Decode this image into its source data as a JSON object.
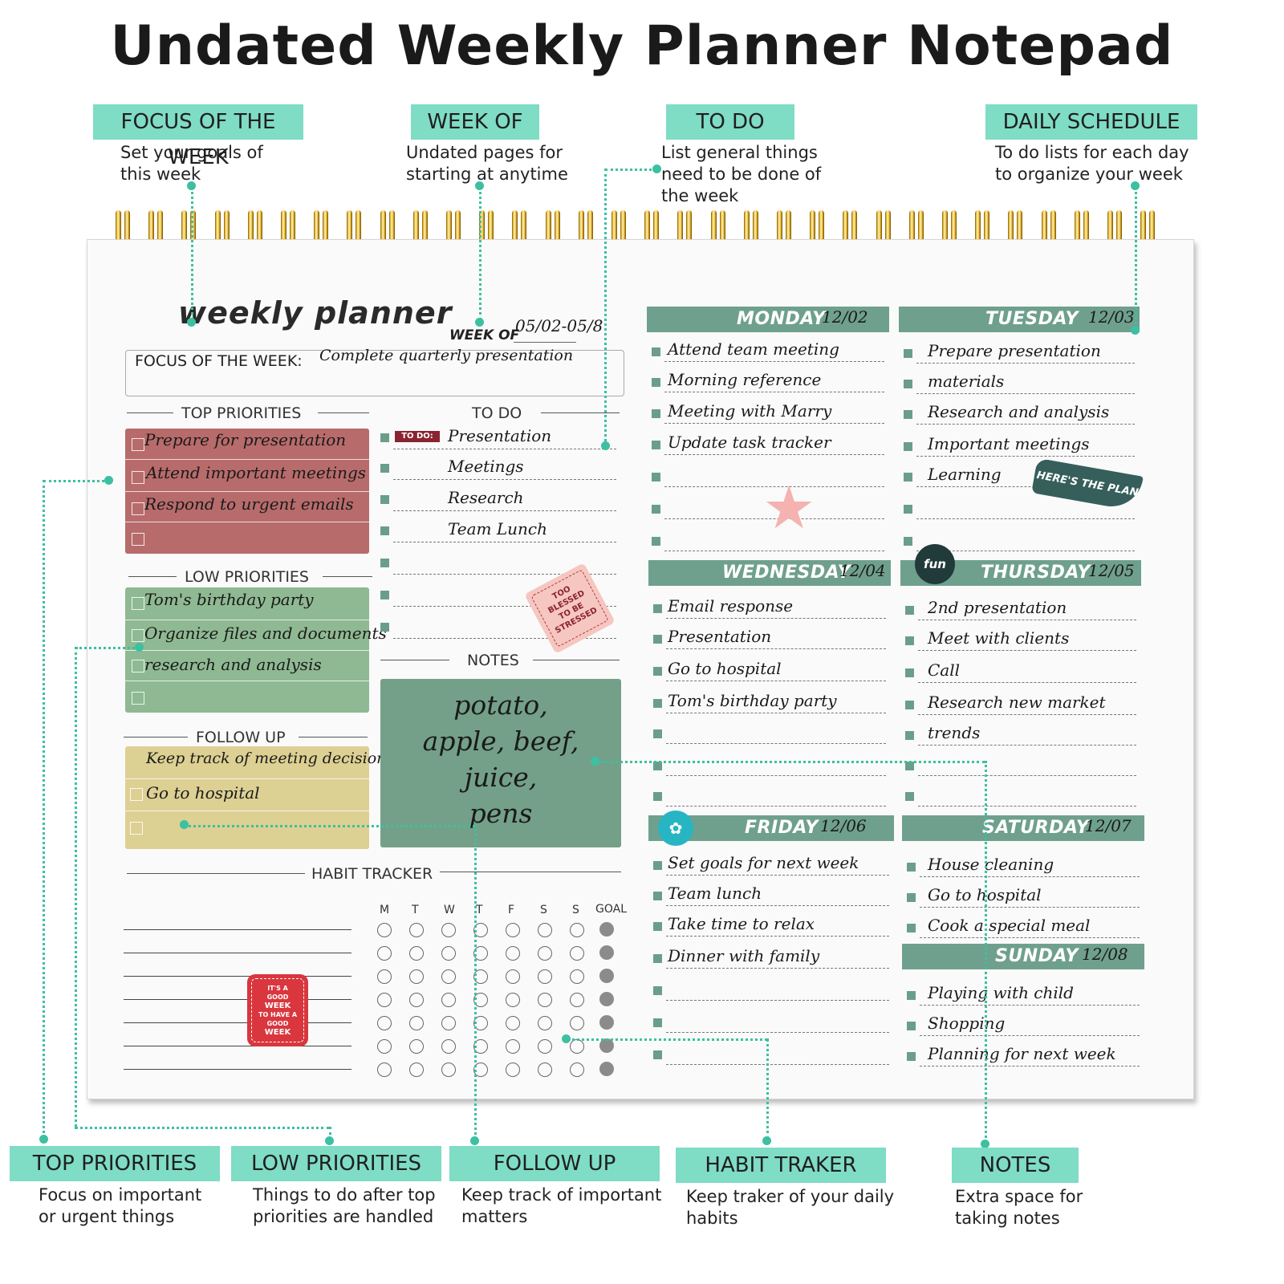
{
  "title": "Undated Weekly Planner Notepad",
  "callouts": {
    "focus": {
      "label": "FOCUS OF THE WEEK",
      "desc1": "Set your goals of",
      "desc2": "this week"
    },
    "weekof": {
      "label": "WEEK OF",
      "desc1": "Undated pages for",
      "desc2": "starting at anytime"
    },
    "todo": {
      "label": "TO DO",
      "desc1": "List general things",
      "desc2": "need to be done of",
      "desc3": "the week"
    },
    "daily": {
      "label": "DAILY SCHEDULE",
      "desc1": "To do lists for each day",
      "desc2": "to organize your week"
    },
    "top": {
      "label": "TOP PRIORITIES",
      "desc1": "Focus on important",
      "desc2": "or urgent things"
    },
    "low": {
      "label": "LOW PRIORITIES",
      "desc1": "Things to do after top",
      "desc2": "priorities are handled"
    },
    "follow": {
      "label": "FOLLOW UP",
      "desc1": "Keep track of important",
      "desc2": "matters"
    },
    "habit": {
      "label": "HABIT TRAKER",
      "desc1": "Keep traker of your daily",
      "desc2": "habits"
    },
    "notes": {
      "label": "NOTES",
      "desc1": "Extra space for",
      "desc2": "taking notes"
    }
  },
  "planner": {
    "heading": "weekly planner",
    "week_of_label": "WEEK OF",
    "week_of_value": "05/02-05/8",
    "focus_label": "FOCUS OF THE WEEK:",
    "focus_value": "Complete quarterly presentation",
    "top_priorities": {
      "label": "TOP PRIORITIES",
      "items": [
        "Prepare for presentation",
        "Attend important meetings",
        "Respond to urgent emails",
        ""
      ]
    },
    "low_priorities": {
      "label": "LOW PRIORITIES",
      "items": [
        "Tom's birthday party",
        "Organize files and documents",
        "research and analysis",
        ""
      ]
    },
    "follow_up": {
      "label": "FOLLOW UP",
      "items": [
        "Keep track of meeting decisions",
        "Go to hospital",
        ""
      ]
    },
    "todo": {
      "label": "TO DO",
      "badge": "TO DO:",
      "items": [
        "Presentation",
        "Meetings",
        "Research",
        "Team Lunch",
        "",
        "",
        ""
      ]
    },
    "notes": {
      "label": "NOTES",
      "line1": "potato,",
      "line2": "apple, beef,",
      "line3": "juice,",
      "line4": "pens"
    },
    "habit": {
      "label": "HABIT TRACKER",
      "days": [
        "M",
        "T",
        "W",
        "T",
        "F",
        "S",
        "S"
      ],
      "goal": "GOAL"
    },
    "stickers": {
      "blessed1": "TOO",
      "blessed2": "BLESSED",
      "blessed3": "TO BE",
      "blessed4": "STRESSED",
      "plan": "HERE'S THE PLAN",
      "fun": "fun",
      "good1": "IT'S A",
      "good2": "GOOD",
      "good3": "WEEK",
      "good4": "TO HAVE A",
      "good5": "GOOD",
      "good6": "WEEK"
    },
    "days": {
      "monday": {
        "name": "MONDAY",
        "date": "12/02",
        "items": [
          "Attend  team meeting",
          "Morning reference",
          "Meeting with Marry",
          "Update task tracker",
          "",
          "",
          ""
        ]
      },
      "tuesday": {
        "name": "TUESDAY",
        "date": "12/03",
        "items": [
          "Prepare presentation",
          "materials",
          "Research and analysis",
          "Important meetings",
          "Learning",
          "",
          ""
        ]
      },
      "wednesday": {
        "name": "WEDNESDAY",
        "date": "12/04",
        "items": [
          "Email response",
          "Presentation",
          "Go to hospital",
          "Tom's birthday party",
          "",
          "",
          ""
        ]
      },
      "thursday": {
        "name": "THURSDAY",
        "date": "12/05",
        "items": [
          "2nd presentation",
          "Meet with clients",
          "Call",
          "Research new market",
          "trends",
          "",
          ""
        ]
      },
      "friday": {
        "name": "FRIDAY",
        "date": "12/06",
        "items": [
          "Set goals for next week",
          "Team lunch",
          "Take time to relax",
          "Dinner with family",
          "",
          "",
          ""
        ]
      },
      "saturday": {
        "name": "SATURDAY",
        "date": "12/07",
        "items": [
          "House cleaning",
          "Go to hospital",
          "Cook a special meal"
        ]
      },
      "sunday": {
        "name": "SUNDAY",
        "date": "12/08",
        "items": [
          "Playing with child",
          "Shopping",
          "Planning for next week"
        ]
      }
    }
  },
  "colors": {
    "accent": "#7fdcc5",
    "leader": "#3cc0a1",
    "header_green": "#6fa08e",
    "top": "#b86b6b",
    "low": "#8fb992",
    "follow": "#ddd093",
    "notes": "#74a089",
    "coil": "#d9a21b"
  }
}
